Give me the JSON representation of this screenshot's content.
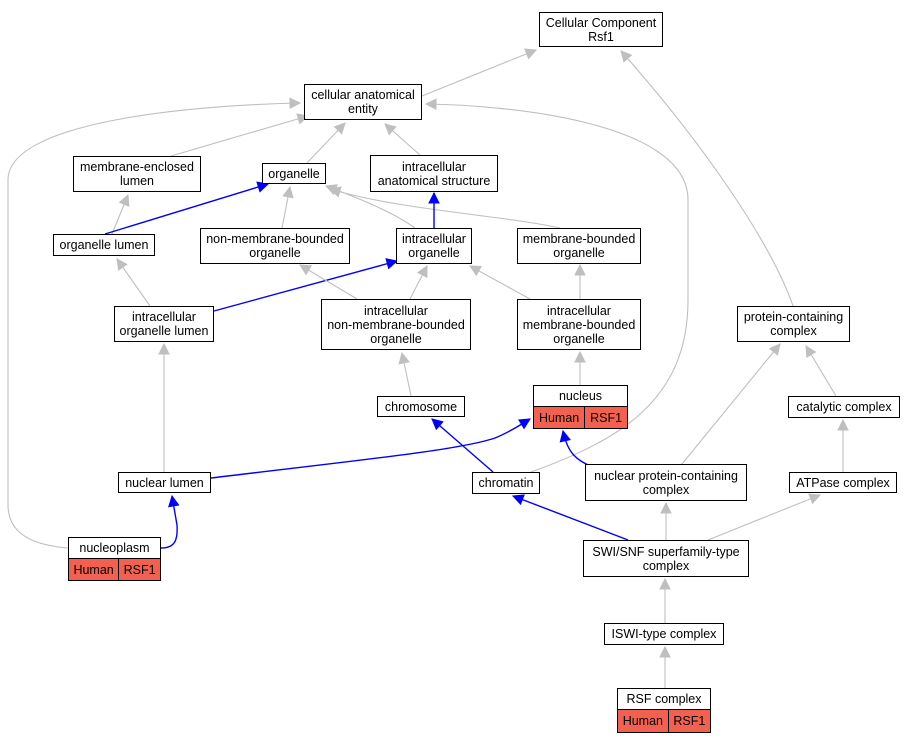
{
  "diagram": {
    "colors": {
      "node_fill": "#ffffff",
      "edge_gray": "#bfbfbf",
      "edge_blue": "#0000ff",
      "annotation_fill": "#f26150"
    },
    "nodes": {
      "root": {
        "line1": "Cellular Component",
        "line2": "Rsf1"
      },
      "cae": {
        "line1": "cellular anatomical",
        "line2": "entity"
      },
      "mel": {
        "line1": "membrane-enclosed",
        "line2": "lumen"
      },
      "org": {
        "line1": "organelle"
      },
      "ias": {
        "line1": "intracellular",
        "line2": "anatomical structure"
      },
      "ol": {
        "line1": "organelle lumen"
      },
      "nmbo": {
        "line1": "non-membrane-bounded",
        "line2": "organelle"
      },
      "io": {
        "line1": "intracellular",
        "line2": "organelle"
      },
      "mbo": {
        "line1": "membrane-bounded",
        "line2": "organelle"
      },
      "iol": {
        "line1": "intracellular",
        "line2": "organelle lumen"
      },
      "inmbo": {
        "line1": "intracellular",
        "line2": "non-membrane-bounded",
        "line3": "organelle"
      },
      "imbo": {
        "line1": "intracellular",
        "line2": "membrane-bounded",
        "line3": "organelle"
      },
      "pcc": {
        "line1": "protein-containing",
        "line2": "complex"
      },
      "chromosome": {
        "line1": "chromosome"
      },
      "nucleus": {
        "line1": "nucleus",
        "species": "Human",
        "gene": "RSF1"
      },
      "catalytic": {
        "line1": "catalytic complex"
      },
      "nl": {
        "line1": "nuclear lumen"
      },
      "chromatin": {
        "line1": "chromatin"
      },
      "npcc": {
        "line1": "nuclear protein-containing",
        "line2": "complex"
      },
      "atpase": {
        "line1": "ATPase complex"
      },
      "nucleoplasm": {
        "line1": "nucleoplasm",
        "species": "Human",
        "gene": "RSF1"
      },
      "swisnf": {
        "line1": "SWI/SNF superfamily-type",
        "line2": "complex"
      },
      "iswi": {
        "line1": "ISWI-type complex"
      },
      "rsf": {
        "line1": "RSF complex",
        "species": "Human",
        "gene": "RSF1"
      }
    },
    "edges": [
      {
        "from": "cae",
        "to": "root",
        "color": "gray"
      },
      {
        "from": "pcc",
        "to": "root",
        "color": "gray"
      },
      {
        "from": "mel",
        "to": "cae",
        "color": "gray"
      },
      {
        "from": "org",
        "to": "cae",
        "color": "gray"
      },
      {
        "from": "ias",
        "to": "cae",
        "color": "gray"
      },
      {
        "from": "nucleoplasm",
        "to": "cae",
        "color": "gray"
      },
      {
        "from": "chromatin",
        "to": "cae",
        "color": "gray"
      },
      {
        "from": "ol",
        "to": "mel",
        "color": "gray"
      },
      {
        "from": "ol",
        "to": "org",
        "color": "blue"
      },
      {
        "from": "nmbo",
        "to": "org",
        "color": "gray"
      },
      {
        "from": "io",
        "to": "org",
        "color": "gray"
      },
      {
        "from": "mbo",
        "to": "org",
        "color": "gray"
      },
      {
        "from": "io",
        "to": "ias",
        "color": "blue"
      },
      {
        "from": "iol",
        "to": "ol",
        "color": "gray"
      },
      {
        "from": "iol",
        "to": "io",
        "color": "blue"
      },
      {
        "from": "inmbo",
        "to": "nmbo",
        "color": "gray"
      },
      {
        "from": "inmbo",
        "to": "io",
        "color": "gray"
      },
      {
        "from": "imbo",
        "to": "io",
        "color": "gray"
      },
      {
        "from": "imbo",
        "to": "mbo",
        "color": "gray"
      },
      {
        "from": "chromosome",
        "to": "inmbo",
        "color": "gray"
      },
      {
        "from": "nucleus",
        "to": "imbo",
        "color": "gray"
      },
      {
        "from": "nl",
        "to": "iol",
        "color": "gray"
      },
      {
        "from": "nl",
        "to": "nucleus",
        "color": "blue"
      },
      {
        "from": "chromatin",
        "to": "chromosome",
        "color": "blue"
      },
      {
        "from": "npcc",
        "to": "nucleus",
        "color": "blue"
      },
      {
        "from": "npcc",
        "to": "pcc",
        "color": "gray"
      },
      {
        "from": "catalytic",
        "to": "pcc",
        "color": "gray"
      },
      {
        "from": "atpase",
        "to": "catalytic",
        "color": "gray"
      },
      {
        "from": "nucleoplasm",
        "to": "nl",
        "color": "blue"
      },
      {
        "from": "swisnf",
        "to": "chromatin",
        "color": "blue"
      },
      {
        "from": "swisnf",
        "to": "npcc",
        "color": "gray"
      },
      {
        "from": "swisnf",
        "to": "atpase",
        "color": "gray"
      },
      {
        "from": "iswi",
        "to": "swisnf",
        "color": "gray"
      },
      {
        "from": "rsf",
        "to": "iswi",
        "color": "gray"
      }
    ]
  }
}
